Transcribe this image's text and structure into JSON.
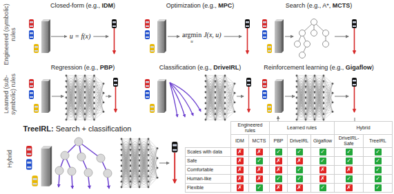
{
  "diagram": {
    "labels": [
      "Engineered (symbolic) rules",
      "Closed-form (e.g.,",
      "IDM",
      ")",
      "u = f(x)",
      "Optimization (e.g.,",
      "MPC",
      ")",
      "argmin",
      "u",
      "J(x, u)",
      "Search (e.g., A*,",
      "MCTS",
      ")",
      "Learned (sub-symbolic) rules",
      "Regression (e.g.,",
      "PBP",
      ")",
      "Classification (e.g.,",
      "DriveIRL",
      ")",
      "Reinforcement learning (e.g.,",
      "Gigaflow",
      ")",
      "Hybrid",
      "TreeIRL:",
      "Search + classification",
      "Engineered rules",
      "Learned rules",
      "Hybrid",
      "IDM",
      "MCTS",
      "PBP",
      "DriveIRL",
      "Gigaflow",
      "DriveIRL-Safe",
      "TreeIRL",
      "Scales with data",
      "✗",
      "✗",
      "✓",
      "✓",
      "✓",
      "✓",
      "✓",
      "Safe",
      "✗",
      "✓",
      "✗",
      "✗",
      "✓",
      "✓",
      "✓",
      "Comfortable",
      "✗",
      "✗",
      "✗",
      "✓",
      "✗",
      "✗",
      "✓",
      "Human-like",
      "✗",
      "✗",
      "✓",
      "✓",
      "✗",
      "✓",
      "✓",
      "Flexible",
      "✗",
      "✓",
      "✗",
      "✗",
      "✓",
      "✗",
      "✓"
    ]
  }
}
